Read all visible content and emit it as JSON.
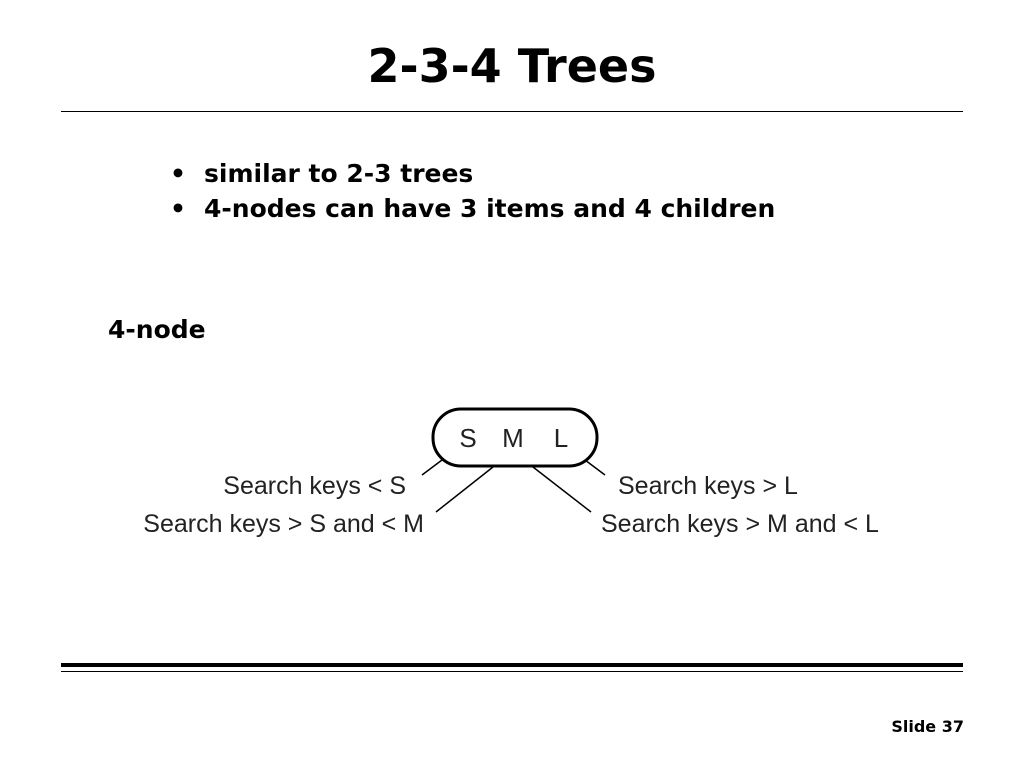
{
  "slide": {
    "title": "2-3-4 Trees",
    "bullets": [
      "similar to 2-3 trees",
      "4-nodes can have 3 items and 4 children"
    ],
    "bullet_glyph": "•",
    "section_label": "4-node",
    "footer": {
      "slide_number": "Slide 37"
    }
  },
  "diagram": {
    "node_keys": [
      "S",
      "M",
      "L"
    ],
    "edge_labels": {
      "child_1": "Search keys < S",
      "child_2": "Search keys > S and < M",
      "child_3": "Search keys > M and < L",
      "child_4": "Search keys > L"
    }
  }
}
